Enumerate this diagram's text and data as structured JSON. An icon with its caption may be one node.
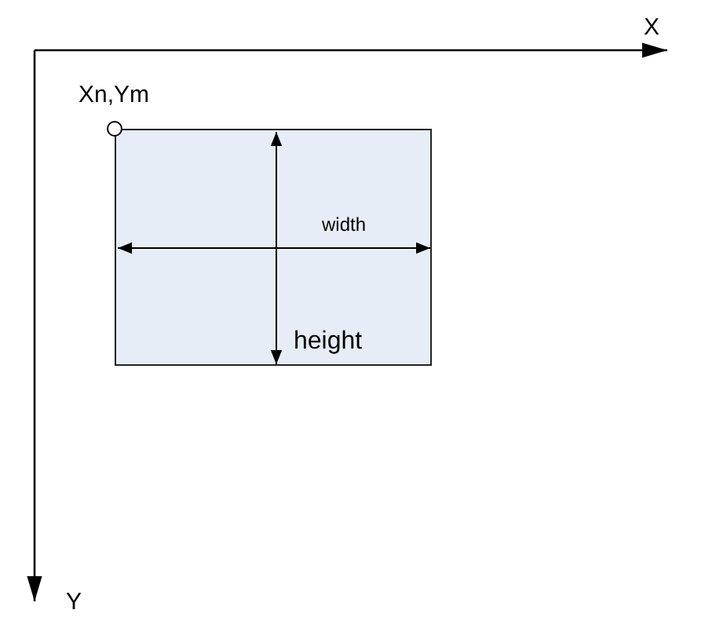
{
  "diagram": {
    "nodes": [
      {
        "text": [
          "width",
          "height"
        ]
      },
      {
        "text": [],
        "shape": "circle",
        "beside": [
          "Xn,Ym"
        ]
      }
    ],
    "labels": [
      "X",
      "Y"
    ]
  }
}
